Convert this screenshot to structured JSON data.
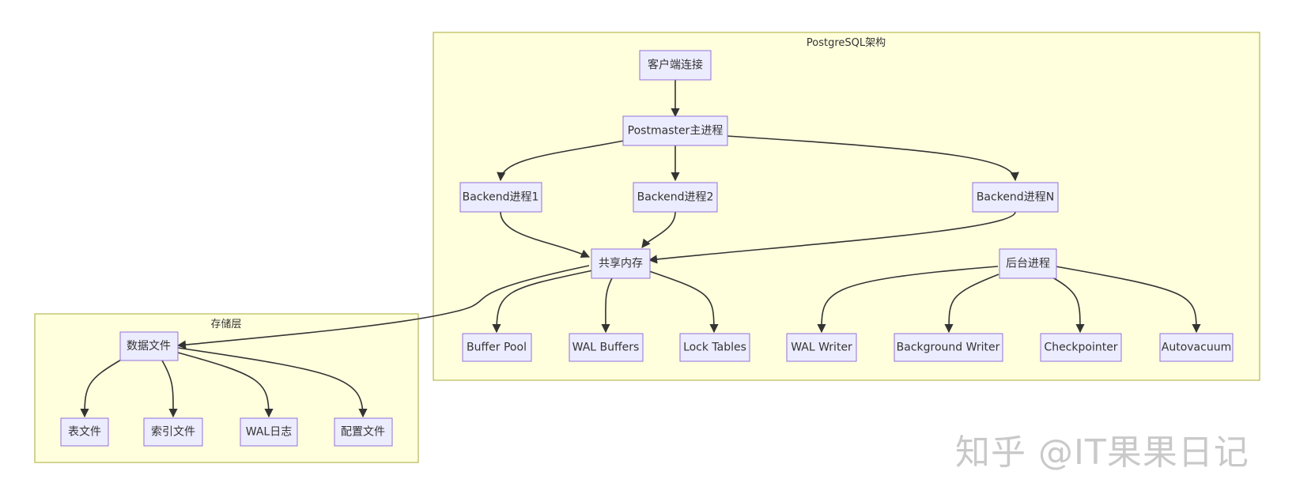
{
  "clusters": {
    "postgres": {
      "title": "PostgreSQL架构"
    },
    "storage": {
      "title": "存储层"
    }
  },
  "nodes": {
    "client": "客户端连接",
    "postmaster": "Postmaster主进程",
    "backend1": "Backend进程1",
    "backend2": "Backend进程2",
    "backendN": "Backend进程N",
    "shared_memory": "共享内存",
    "bg_processes": "后台进程",
    "buffer_pool": "Buffer Pool",
    "wal_buffers": "WAL Buffers",
    "lock_tables": "Lock Tables",
    "wal_writer": "WAL Writer",
    "bg_writer": "Background Writer",
    "checkpointer": "Checkpointer",
    "autovacuum": "Autovacuum",
    "data_files": "数据文件",
    "table_files": "表文件",
    "index_files": "索引文件",
    "wal_log": "WAL日志",
    "config_files": "配置文件"
  },
  "edges": [
    [
      "client",
      "postmaster"
    ],
    [
      "postmaster",
      "backend1"
    ],
    [
      "postmaster",
      "backend2"
    ],
    [
      "postmaster",
      "backendN"
    ],
    [
      "backend1",
      "shared_memory"
    ],
    [
      "backend2",
      "shared_memory"
    ],
    [
      "backendN",
      "shared_memory"
    ],
    [
      "shared_memory",
      "buffer_pool"
    ],
    [
      "shared_memory",
      "wal_buffers"
    ],
    [
      "shared_memory",
      "lock_tables"
    ],
    [
      "shared_memory",
      "data_files"
    ],
    [
      "bg_processes",
      "wal_writer"
    ],
    [
      "bg_processes",
      "bg_writer"
    ],
    [
      "bg_processes",
      "checkpointer"
    ],
    [
      "bg_processes",
      "autovacuum"
    ],
    [
      "data_files",
      "table_files"
    ],
    [
      "data_files",
      "index_files"
    ],
    [
      "data_files",
      "wal_log"
    ],
    [
      "data_files",
      "config_files"
    ]
  ],
  "watermark": "知乎 @IT果果日记",
  "colors": {
    "cluster_fill": "#ffffde",
    "cluster_stroke": "#aaaa33",
    "node_fill": "#ececff",
    "node_stroke": "#9370db",
    "edge": "#333333"
  }
}
